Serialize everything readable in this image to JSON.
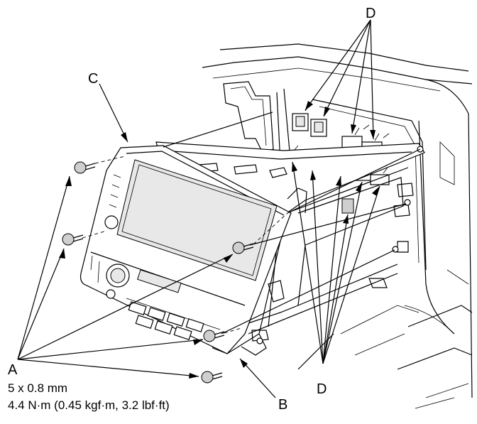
{
  "labels": {
    "a": "A",
    "a_size": "5 x 0.8 mm",
    "a_torque": "4.4 N·m (0.45 kgf·m, 3.2 lbf·ft)",
    "b": "B",
    "c": "C",
    "d_top": "D",
    "d_bottom": "D"
  }
}
